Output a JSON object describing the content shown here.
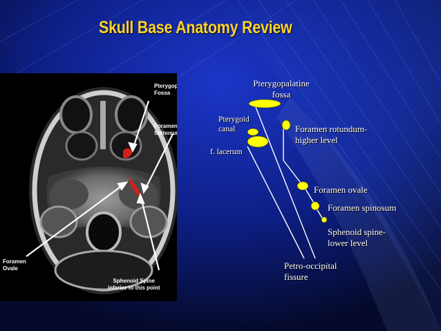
{
  "slide": {
    "title": "Skull Base Anatomy Review"
  },
  "ct_image": {
    "labels": {
      "pterygopalatine_fossa": "Pterygopalatine\nFossa",
      "foramen_spinosum": "Foramen\nSpinosum",
      "foramen_ovale": "Foramen\nOvale",
      "sphenoid_spine": "Sphenoid Spine\ninferior to this point"
    }
  },
  "diagram": {
    "labels": {
      "pterygopalatine_fossa": "Pterygopalatine\nfossa",
      "pterygoid_canal": "Pterygoid\ncanal",
      "foramen_lacerum": "f. lacerum",
      "foramen_rotundum": "Foramen rotundum-\nhigher level",
      "foramen_ovale": "Foramen ovale",
      "foramen_spinosum": "Foramen spinosum",
      "sphenoid_spine": "Sphenoid spine-\nlower level",
      "petro_occipital_fissure": "Petro-occipital\nfissure"
    },
    "colors": {
      "marker": "#ffff00",
      "line": "#ffffff",
      "text": "#ffffff"
    }
  },
  "colors": {
    "title": "#ffd42a",
    "background": "#07103a",
    "highlight": "#d0201a"
  }
}
